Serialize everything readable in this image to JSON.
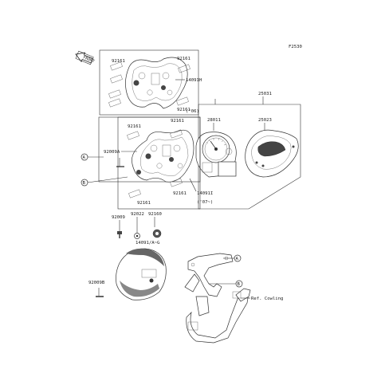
{
  "figure_code": "F2530",
  "front_label": "FRONT",
  "labels": {
    "tl_92161_a": "92161",
    "tl_92161_b": "92161",
    "tl_14091H": "14091H",
    "tl_92161_c": "92161",
    "tl_06": "('06)",
    "tr_25031": "25031",
    "tr_28011": "28011",
    "tr_25023": "25023",
    "ml_92161_a": "92161",
    "ml_92161_b": "92161",
    "ml_92009A": "92009A",
    "ml_92161_c": "92161",
    "ml_14091I": "14091I",
    "ml_92161_d": "92161",
    "ml_07": "('07~)",
    "lo_92009": "92009",
    "lo_92022": "92022",
    "lo_92160": "92160",
    "lo_14091AG": "14091/A~G",
    "lo_92009B": "92009B",
    "lo_ref": "Ref. Cowling"
  },
  "callouts": {
    "A": "A",
    "B": "B"
  }
}
